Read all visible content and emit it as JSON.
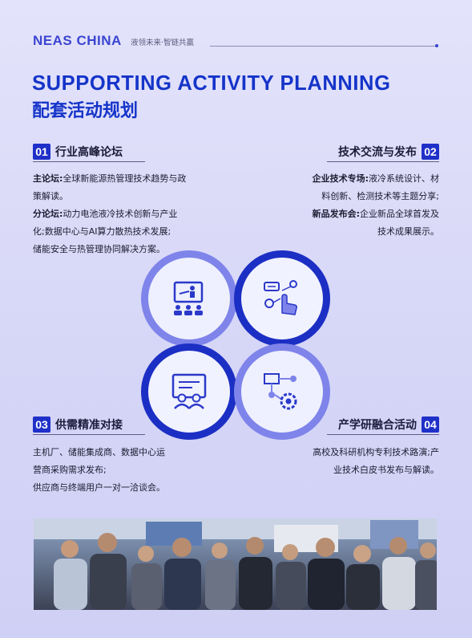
{
  "header": {
    "brand": "NEAS CHINA",
    "tagline": "液领未来·智链共赢"
  },
  "title": {
    "en": "SUPPORTING ACTIVITY PLANNING",
    "zh": "配套活动规划"
  },
  "sections": [
    {
      "num": "01",
      "title": "行业高峰论坛",
      "lines": [
        {
          "bold": "主论坛:",
          "text": "全球新能源热管理技术趋势与政"
        },
        {
          "bold": "",
          "text": "策解读。"
        },
        {
          "bold": "分论坛:",
          "text": "动力电池液冷技术创新与产业"
        },
        {
          "bold": "",
          "text": "化;数据中心与AI算力散热技术发展;"
        },
        {
          "bold": "",
          "text": "储能安全与热管理协同解决方案。"
        }
      ],
      "icon": "presentation-icon"
    },
    {
      "num": "02",
      "title": "技术交流与发布",
      "lines": [
        {
          "bold": "企业技术专场:",
          "text": "液冷系统设计、材"
        },
        {
          "bold": "",
          "text": "料创新、检测技术等主题分享;"
        },
        {
          "bold": "新品发布会:",
          "text": "企业新品全球首发及"
        },
        {
          "bold": "",
          "text": "技术成果展示。"
        }
      ],
      "icon": "touch-network-icon"
    },
    {
      "num": "03",
      "title": "供需精准对接",
      "lines": [
        {
          "bold": "",
          "text": "主机厂、储能集成商、数据中心运"
        },
        {
          "bold": "",
          "text": "营商采购需求发布;"
        },
        {
          "bold": "",
          "text": "供应商与终端用户一对一洽谈会。"
        }
      ],
      "icon": "meeting-icon"
    },
    {
      "num": "04",
      "title": "产学研融合活动",
      "lines": [
        {
          "bold": "",
          "text": "高校及科研机构专利技术路演;产"
        },
        {
          "bold": "",
          "text": "业技术白皮书发布与解读。"
        }
      ],
      "icon": "gear-flow-icon"
    }
  ],
  "colors": {
    "accent": "#1c2fc4",
    "accent_light": "#7e84ea",
    "background": "#dcdcf8"
  },
  "photo": "exhibition-crowd-photo"
}
